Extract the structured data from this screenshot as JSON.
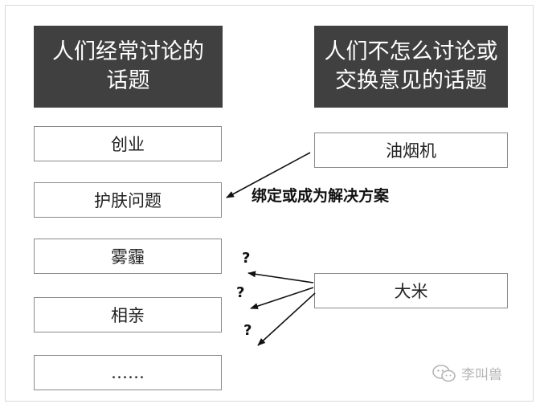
{
  "left_column": {
    "header": [
      "人们经常讨论的",
      "话题"
    ],
    "items": [
      "创业",
      "护肤问题",
      "雾霾",
      "相亲",
      "……"
    ]
  },
  "right_column": {
    "header": [
      "人们不怎么讨论或",
      "交换意见的话题"
    ],
    "items": [
      "油烟机",
      "大米"
    ]
  },
  "annotation": "绑定或成为解决方案",
  "question_marks": [
    "?",
    "?",
    "?"
  ],
  "watermark": {
    "text": "李叫兽",
    "icon": "wechat-icon"
  },
  "colors": {
    "header_bg": "#404040",
    "header_text": "#ffffff",
    "box_border": "#8a8a8a",
    "watermark": "#b5b5b5"
  }
}
